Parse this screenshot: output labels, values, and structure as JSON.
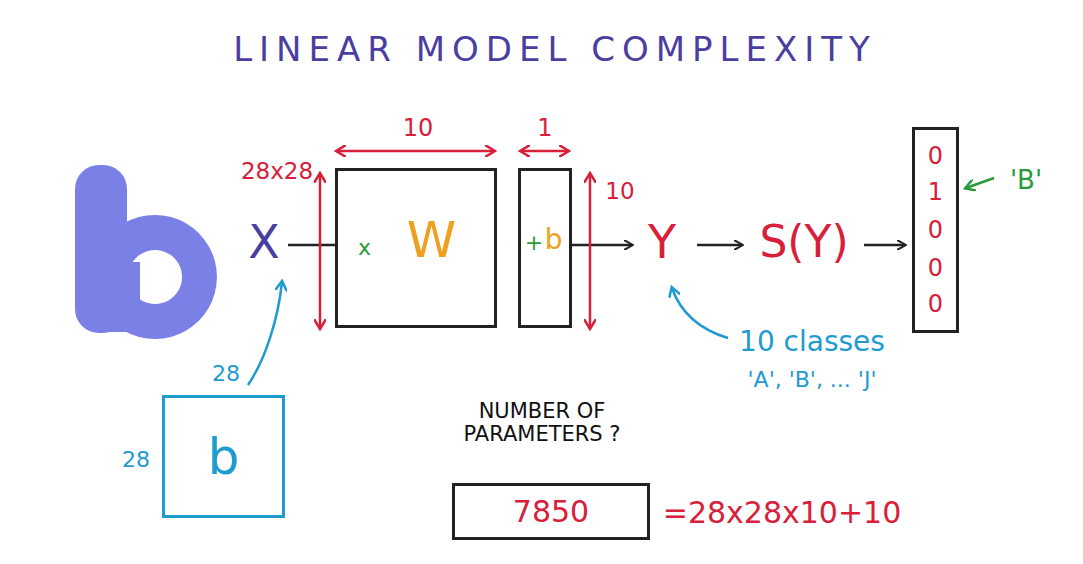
{
  "diagram": {
    "title": "LINEAR MODEL COMPLEXITY",
    "nodes": [
      {
        "text": [
          "x",
          "W"
        ]
      },
      {
        "text": [
          "+",
          "b"
        ]
      },
      {
        "text": [
          "0",
          "1",
          "0",
          "0",
          "0"
        ]
      },
      {
        "text": [
          "b"
        ]
      },
      {
        "text": [
          "7850"
        ]
      }
    ],
    "labels": [
      "28x28",
      "10",
      "1",
      "10",
      "X",
      "Y",
      "S(Y)",
      "'B'",
      "10 classes",
      "'A', 'B', ... 'J'",
      "28",
      "28",
      "NUMBER OF PARAMETERS ?",
      "=28x28x10+10"
    ]
  }
}
